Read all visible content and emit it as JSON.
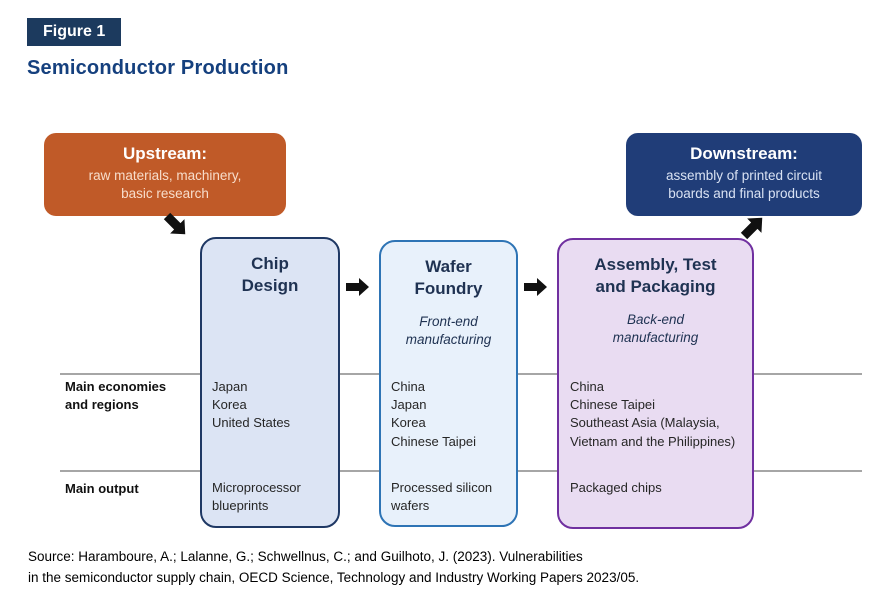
{
  "figure": {
    "label": "Figure 1",
    "title": "Semiconductor Production"
  },
  "upstream": {
    "title": "Upstream:",
    "description": "raw materials, machinery,\nbasic research"
  },
  "downstream": {
    "title": "Downstream:",
    "description": "assembly of printed circuit\nboards and final products"
  },
  "row_labels": {
    "economies": "Main economies\nand regions",
    "output": "Main output"
  },
  "stages": [
    {
      "title": "Chip\nDesign",
      "subtitle": "",
      "economies": [
        "Japan",
        "Korea",
        "United States"
      ],
      "output": "Microprocessor\nblueprints"
    },
    {
      "title": "Wafer\nFoundry",
      "subtitle": "Front-end\nmanufacturing",
      "economies": [
        "China",
        "Japan",
        "Korea",
        "Chinese Taipei"
      ],
      "output": "Processed silicon\nwafers"
    },
    {
      "title": "Assembly, Test\nand Packaging",
      "subtitle": "Back-end\nmanufacturing",
      "economies": [
        "China",
        "Chinese Taipei",
        "Southeast Asia (Malaysia, Vietnam and the Philippines)"
      ],
      "output": "Packaged chips"
    }
  ],
  "source": "Source: Haramboure, A.; Lalanne, G.; Schwellnus, C.; and Guilhoto, J. (2023). Vulnerabilities\nin the semiconductor supply chain, OECD Science, Technology and Industry Working Papers 2023/05.",
  "colors": {
    "badge-bg": "#1c3a5e",
    "title-color": "#15407e",
    "upstream-bg": "#c05a28",
    "downstream-bg": "#203d78",
    "chip-fill": "#dce4f4",
    "chip-border": "#1f3864",
    "wafer-fill": "#e8f1fb",
    "wafer-border": "#2e74b5",
    "assembly-fill": "#e9dcf2",
    "assembly-border": "#7030a0",
    "header-text": "#1f3252",
    "line-color": "#a6a6a6",
    "arrow-color": "#111111"
  }
}
